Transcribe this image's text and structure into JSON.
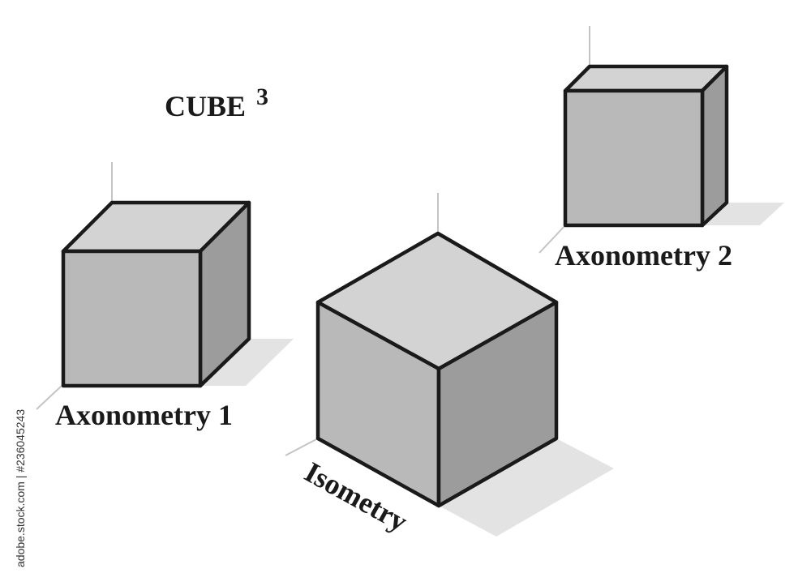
{
  "title": {
    "text": "CUBE",
    "superscript": "3"
  },
  "cubes": [
    {
      "label": "Axonometry 1"
    },
    {
      "label": "Isometry"
    },
    {
      "label": "Axonometry 2"
    }
  ],
  "side_text": "adobe.stock.com | #236045243",
  "colors": {
    "outline": "#1a1a1a",
    "face_front": "#b9b9b9",
    "face_top": "#d3d3d3",
    "face_side": "#9c9c9c",
    "shadow": "#e3e3e3",
    "axis": "#c4c4c4"
  }
}
